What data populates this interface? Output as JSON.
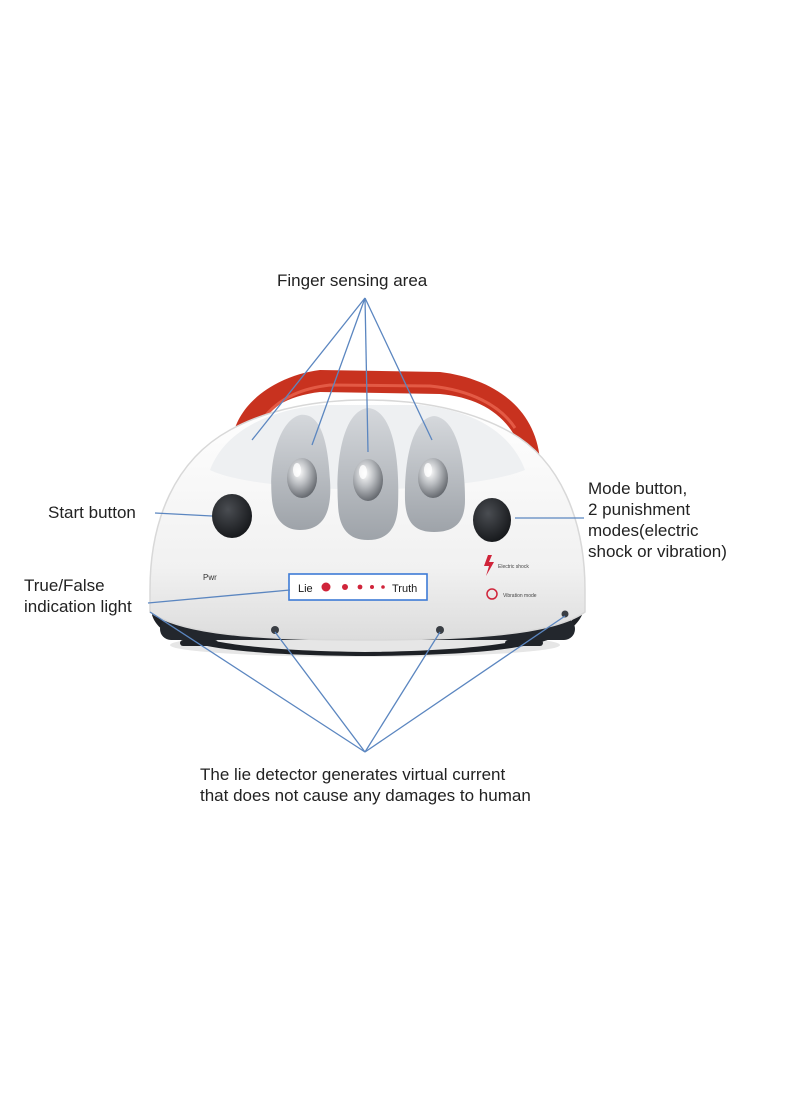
{
  "annotations": {
    "finger_sensing": "Finger sensing area",
    "start_button": "Start button",
    "true_false": [
      "True/False",
      "indication light"
    ],
    "mode_button": [
      "Mode button,",
      "2 punishment",
      "modes(electric",
      "shock or vibration)"
    ],
    "virtual_current": [
      "The lie detector generates virtual current",
      "that does not cause any damages to human"
    ]
  },
  "device": {
    "panel_left": "Lie",
    "panel_right": "Truth",
    "power_mark": "Pwr",
    "mode_labels": [
      "Electric shock",
      "Vibration mode"
    ]
  },
  "colors": {
    "body": "#f3f3f3",
    "strap": "#c8321f",
    "base": "#1e2126",
    "panel_border": "#3d7bd6",
    "led": "#d0243a",
    "pointer_line": "#5b86c0"
  }
}
